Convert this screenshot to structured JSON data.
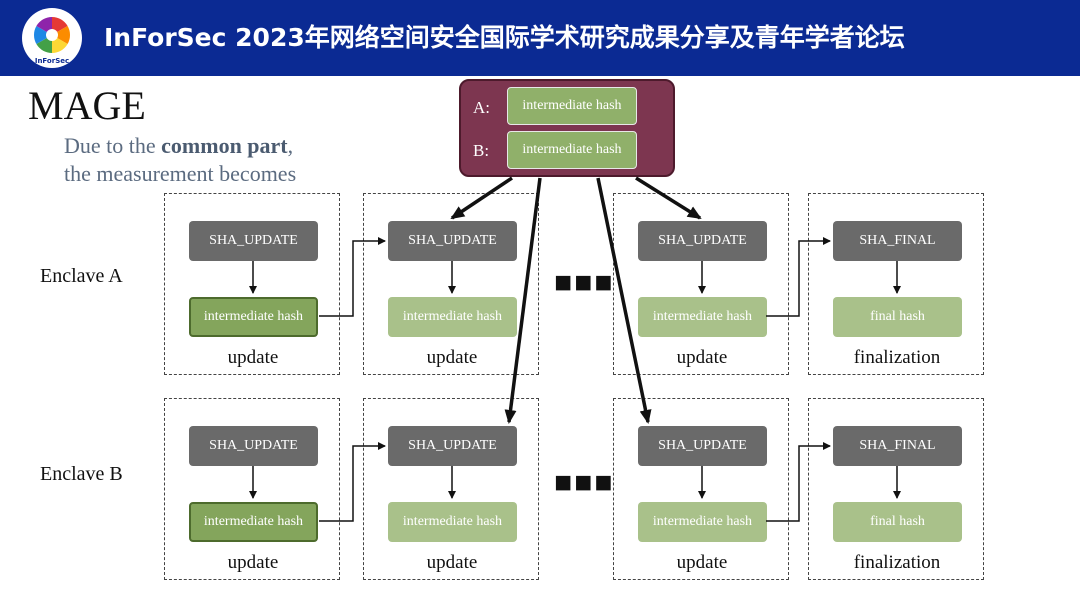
{
  "header": {
    "title": "InForSec 2023年网络空间安全国际学术研究成果分享及青年学者论坛",
    "logo_text": "InForSec"
  },
  "slide": {
    "title": "MAGE",
    "subtitle_pre": "Due to the ",
    "subtitle_bold": "common part",
    "subtitle_post": ",",
    "subtitle_line2": "the measurement becomes"
  },
  "common_part": {
    "a_label": "A:",
    "b_label": "B:",
    "a_hash": "intermediate hash",
    "b_hash": "intermediate hash"
  },
  "lanes": {
    "a_label": "Enclave A",
    "b_label": "Enclave B",
    "ellipsis": "■■■"
  },
  "nodes": {
    "sha_update": "SHA_UPDATE",
    "sha_final": "SHA_FINAL",
    "intermediate_hash": "intermediate hash",
    "final_hash": "final hash"
  },
  "box_labels": {
    "update": "update",
    "finalization": "finalization"
  },
  "colors": {
    "header": "#0b2a93",
    "common_part": "#7d3650",
    "sha_node": "#6a6a6a",
    "hash_node": "#a9c18a",
    "hash_node_highlight": "#84a55c"
  }
}
